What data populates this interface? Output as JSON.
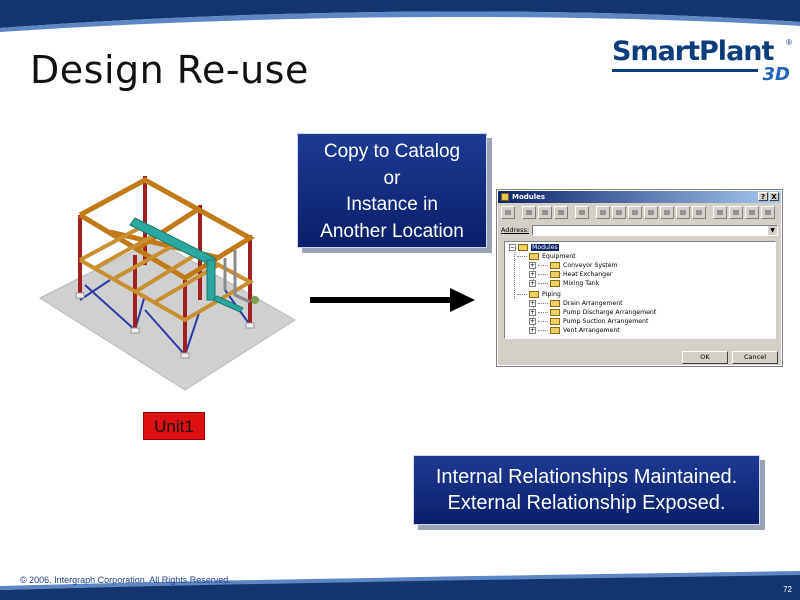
{
  "slide": {
    "title": "Design Re-use",
    "footer": "© 2006. Intergraph Corporation. All Rights Reserved.",
    "page_number": "72"
  },
  "logo": {
    "name": "SmartPlant",
    "suffix": "3D",
    "registered_mark": "®"
  },
  "unit_label": "Unit1",
  "callout_copy": {
    "lines": [
      "Copy to Catalog",
      "or",
      "Instance in",
      "Another Location"
    ]
  },
  "callout_relations": {
    "lines": [
      "Internal Relationships Maintained.",
      "External Relationship Exposed."
    ]
  },
  "dialog": {
    "title": "Modules",
    "help_button": "?",
    "close_button": "X",
    "address_label": "Address:",
    "address_value": "",
    "tree": {
      "root": "Modules",
      "groups": [
        {
          "label": "Equipment",
          "items": [
            "Conveyor System",
            "Heat Exchanger",
            "Mixing Tank"
          ]
        },
        {
          "label": "Piping",
          "items": [
            "Drain Arrangement",
            "Pump Discharge Arrangement",
            "Pump Suction Arrangement",
            "Vent Arrangement"
          ]
        }
      ]
    },
    "ok_label": "OK",
    "cancel_label": "Cancel"
  },
  "colors": {
    "title_bar_blue": "#0a246a",
    "callout_blue": "#1d3a92",
    "unit_red": "#dd1111",
    "brand_blue": "#0b3d7a"
  }
}
